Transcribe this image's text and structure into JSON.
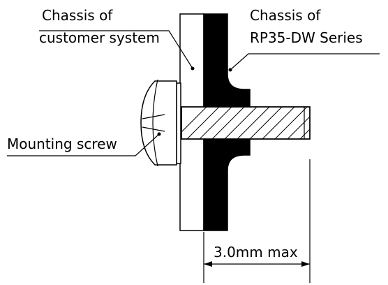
{
  "labels": {
    "customer_chassis": [
      "Chassis of",
      "customer system"
    ],
    "rp35_chassis": [
      "Chassis of",
      "RP35-DW Series"
    ],
    "screw": "Mounting screw",
    "dimension": "3.0mm max"
  },
  "colors": {
    "line": "#000000",
    "fill_dark": "#000000",
    "fill_light": "#ffffff"
  }
}
